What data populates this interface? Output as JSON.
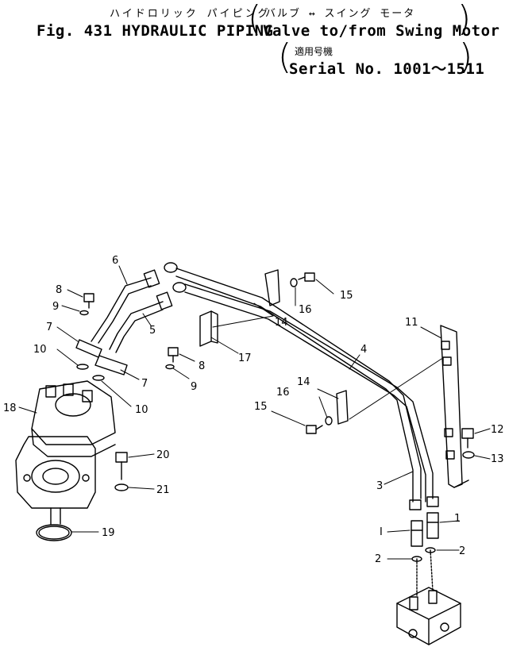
{
  "header": {
    "jp_title": "ハイドロリック パイピング",
    "jp_subtitle": "バルブ ↔ スイング モータ",
    "title": "Fig. 431 HYDRAULIC PIPING",
    "title_paren": "Valve to/from Swing Motor",
    "jp_serial": "適用号機",
    "serial": "Serial No. 1001～1511"
  },
  "parts": [
    {
      "id": "p1a",
      "label": "1"
    },
    {
      "id": "p1b",
      "label": "I"
    },
    {
      "id": "p2a",
      "label": "2"
    },
    {
      "id": "p2b",
      "label": "2"
    },
    {
      "id": "p3",
      "label": "3"
    },
    {
      "id": "p4",
      "label": "4"
    },
    {
      "id": "p5",
      "label": "5"
    },
    {
      "id": "p6",
      "label": "6"
    },
    {
      "id": "p7a",
      "label": "7"
    },
    {
      "id": "p7b",
      "label": "7"
    },
    {
      "id": "p8a",
      "label": "8"
    },
    {
      "id": "p8b",
      "label": "8"
    },
    {
      "id": "p9a",
      "label": "9"
    },
    {
      "id": "p9b",
      "label": "9"
    },
    {
      "id": "p10a",
      "label": "10"
    },
    {
      "id": "p10b",
      "label": "10"
    },
    {
      "id": "p11",
      "label": "11"
    },
    {
      "id": "p12",
      "label": "12"
    },
    {
      "id": "p13",
      "label": "13"
    },
    {
      "id": "p14a",
      "label": "14"
    },
    {
      "id": "p14b",
      "label": "14"
    },
    {
      "id": "p15a",
      "label": "15"
    },
    {
      "id": "p15b",
      "label": "15"
    },
    {
      "id": "p16a",
      "label": "16"
    },
    {
      "id": "p16b",
      "label": "16"
    },
    {
      "id": "p17",
      "label": "17"
    },
    {
      "id": "p18",
      "label": "18"
    },
    {
      "id": "p19",
      "label": "19"
    },
    {
      "id": "p20",
      "label": "20"
    },
    {
      "id": "p21",
      "label": "21"
    }
  ]
}
